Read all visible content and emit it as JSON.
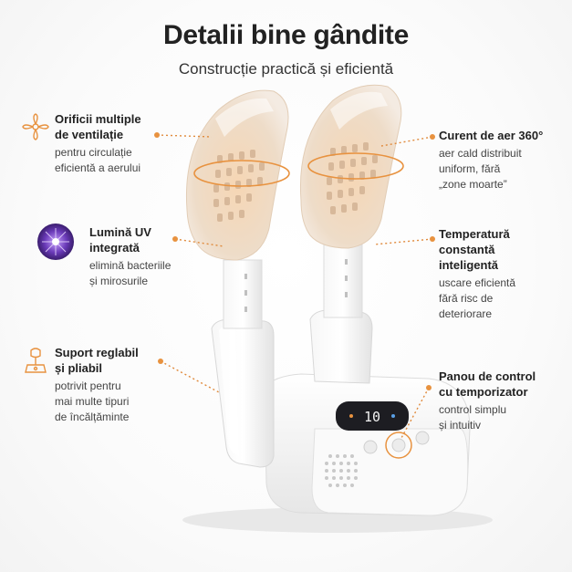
{
  "header": {
    "title": "Detalii bine gândite",
    "subtitle": "Construcție practică și eficientă"
  },
  "features_left": [
    {
      "title_lines": [
        "Orificii multiple",
        "de ventilație"
      ],
      "desc_lines": [
        "pentru circulație",
        "eficientă a aerului"
      ],
      "icon": "flower-vent-icon"
    },
    {
      "title_lines": [
        "Lumină UV",
        "integrată"
      ],
      "desc_lines": [
        "elimină bacteriile",
        "și mirosurile"
      ],
      "icon": "uv-light-icon"
    },
    {
      "title_lines": [
        "Suport reglabil",
        "și pliabil"
      ],
      "desc_lines": [
        "potrivit pentru",
        "mai multe tipuri",
        "de încălțăminte"
      ],
      "icon": "adjustable-support-icon"
    }
  ],
  "features_right": [
    {
      "title_lines": [
        "Curent de aer 360°"
      ],
      "desc_lines": [
        "aer cald distribuit",
        "uniform, fără",
        "„zone moarte”"
      ]
    },
    {
      "title_lines": [
        "Temperatură",
        "constantă",
        "inteligentă"
      ],
      "desc_lines": [
        "uscare eficientă",
        "fără risc de",
        "deteriorare"
      ]
    },
    {
      "title_lines": [
        "Panou de control",
        "cu temporizator"
      ],
      "desc_lines": [
        "control simplu",
        "și intuitiv"
      ]
    }
  ],
  "device": {
    "display_digits": "10",
    "colors": {
      "accent": "#e8923f",
      "body": "#f4f4f4",
      "shoe": "#eedcc8",
      "display": "#1d1d22",
      "uv": "#6a3ab8"
    }
  }
}
